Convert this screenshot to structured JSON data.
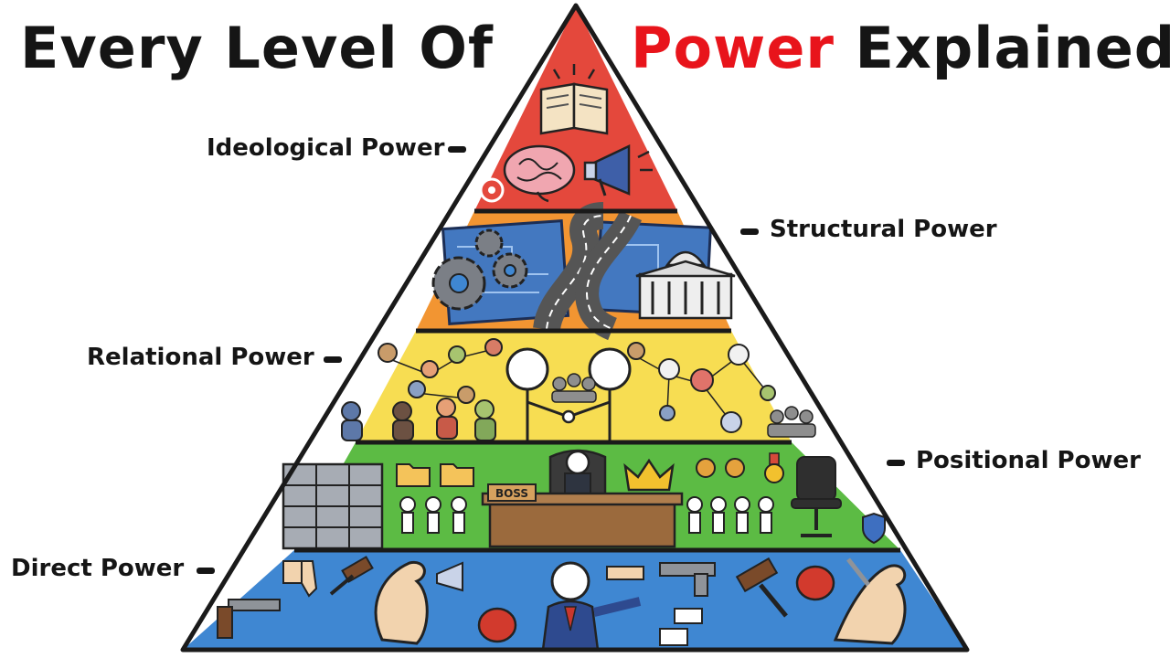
{
  "title": {
    "left": "Every Level Of",
    "accent": "Power",
    "rest": "Explained"
  },
  "colors": {
    "ideological": "#e4483c",
    "structural": "#f29532",
    "relational": "#f7dd52",
    "positional": "#5cbb44",
    "direct": "#3f87d2",
    "outline": "#1a1a1a",
    "title_accent": "#e8141b"
  },
  "levels": [
    {
      "label": "Ideological Power",
      "icons": [
        "open-book-icon",
        "brain-icon",
        "megaphone-icon",
        "target-icon"
      ]
    },
    {
      "label": "Structural Power",
      "icons": [
        "gear-icon",
        "blueprint-map-icon",
        "road-icon",
        "government-building-icon"
      ]
    },
    {
      "label": "Relational Power",
      "icons": [
        "people-network-icon",
        "handshake-icon",
        "crowd-icon"
      ]
    },
    {
      "label": "Positional Power",
      "icons": [
        "filing-cabinet-icon",
        "folder-icon",
        "boss-desk-icon",
        "crown-icon",
        "medal-icon",
        "office-chair-icon",
        "badge-icon",
        "employees-icon"
      ]
    },
    {
      "label": "Direct Power",
      "icons": [
        "flexed-arm-icon",
        "thumbs-down-icon",
        "gavel-icon",
        "megaphone-icon",
        "pointing-hand-icon",
        "pistol-icon",
        "boxing-glove-icon",
        "knife-icon",
        "revolver-icon",
        "politician-icon"
      ]
    }
  ],
  "desk_sign": "BOSS"
}
